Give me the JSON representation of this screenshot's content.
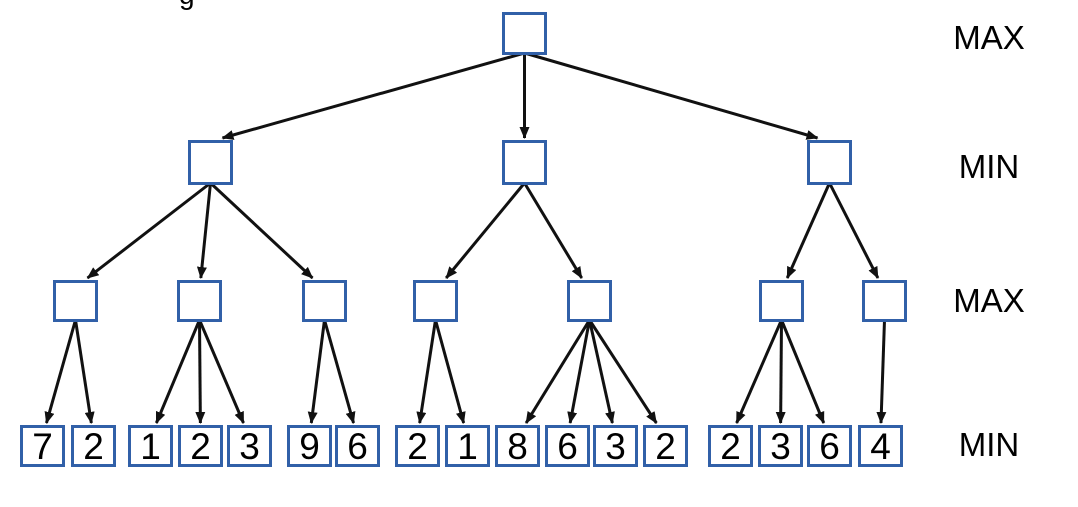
{
  "clipped_text_fragment": "g",
  "level_labels": [
    {
      "label": "MAX"
    },
    {
      "label": "MIN"
    },
    {
      "label": "MAX"
    },
    {
      "label": "MIN"
    }
  ],
  "tree": {
    "branches": [
      {
        "subtrees": [
          {
            "leaves": [
              7,
              2
            ]
          },
          {
            "leaves": [
              1,
              2,
              3
            ]
          },
          {
            "leaves": [
              9,
              6
            ]
          }
        ]
      },
      {
        "subtrees": [
          {
            "leaves": [
              2,
              1
            ]
          },
          {
            "leaves": [
              8,
              6,
              3,
              2
            ]
          }
        ]
      },
      {
        "subtrees": [
          {
            "leaves": [
              2,
              3,
              6
            ]
          },
          {
            "leaves": [
              4
            ]
          }
        ]
      }
    ]
  },
  "colors": {
    "node_border": "#3160A8",
    "node_fill": "#FFFFFF",
    "arrow": "#111111",
    "label_text": "#000000",
    "background": "#FFFFFF"
  }
}
